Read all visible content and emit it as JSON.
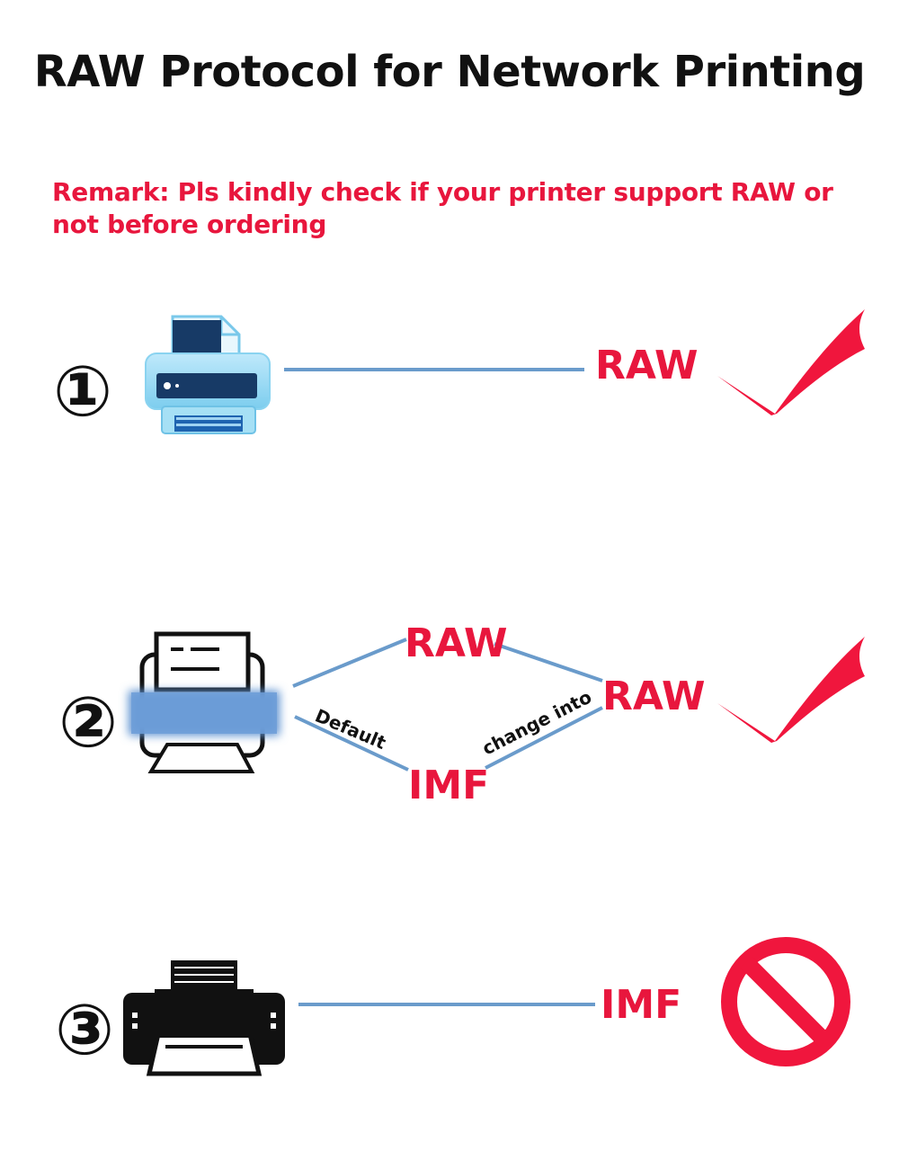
{
  "title": "RAW Protocol for Network Printing",
  "remark": "Remark: Pls kindly check if your printer support RAW or not before ordering",
  "colors": {
    "accent": "#e8163d",
    "line": "#6a9bcb",
    "text": "#111111"
  },
  "rows": [
    {
      "number": "①",
      "protocol": "RAW",
      "result_icon": "checkmark-icon",
      "supported": true
    },
    {
      "number": "②",
      "top_label": "RAW",
      "bottom_label": "IMF",
      "default_text": "Default",
      "change_text": "change into",
      "protocol": "RAW",
      "result_icon": "checkmark-icon",
      "supported": true
    },
    {
      "number": "③",
      "protocol": "IMF",
      "result_icon": "prohibited-icon",
      "supported": false
    }
  ]
}
